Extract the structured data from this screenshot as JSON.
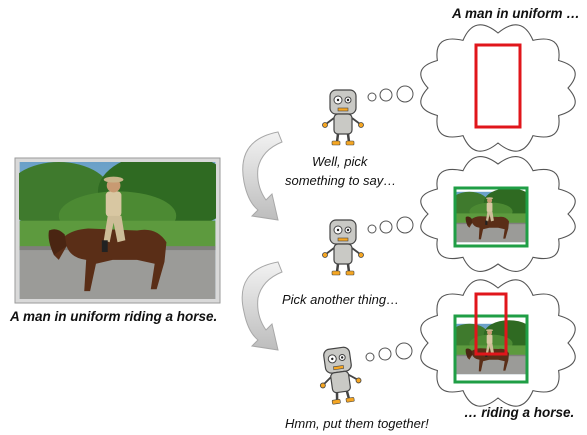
{
  "main_caption": "A man in uniform riding a horse.",
  "robot_speech": [
    "Well, pick",
    "something to say…",
    "Pick another thing…",
    "Hmm, put them together!"
  ],
  "cloud_captions": {
    "top": "A man in uniform …",
    "bottom": "… riding a horse."
  },
  "colors": {
    "box_red": "#e0161b",
    "box_green": "#1f9e45",
    "robot_body": "#c9c9c5",
    "robot_accent": "#f5a623",
    "cloud_stroke": "#555555"
  },
  "icons": {
    "robot": "robot-icon",
    "thought_cloud": "thought-cloud-icon",
    "arrow": "curved-arrow-icon"
  }
}
